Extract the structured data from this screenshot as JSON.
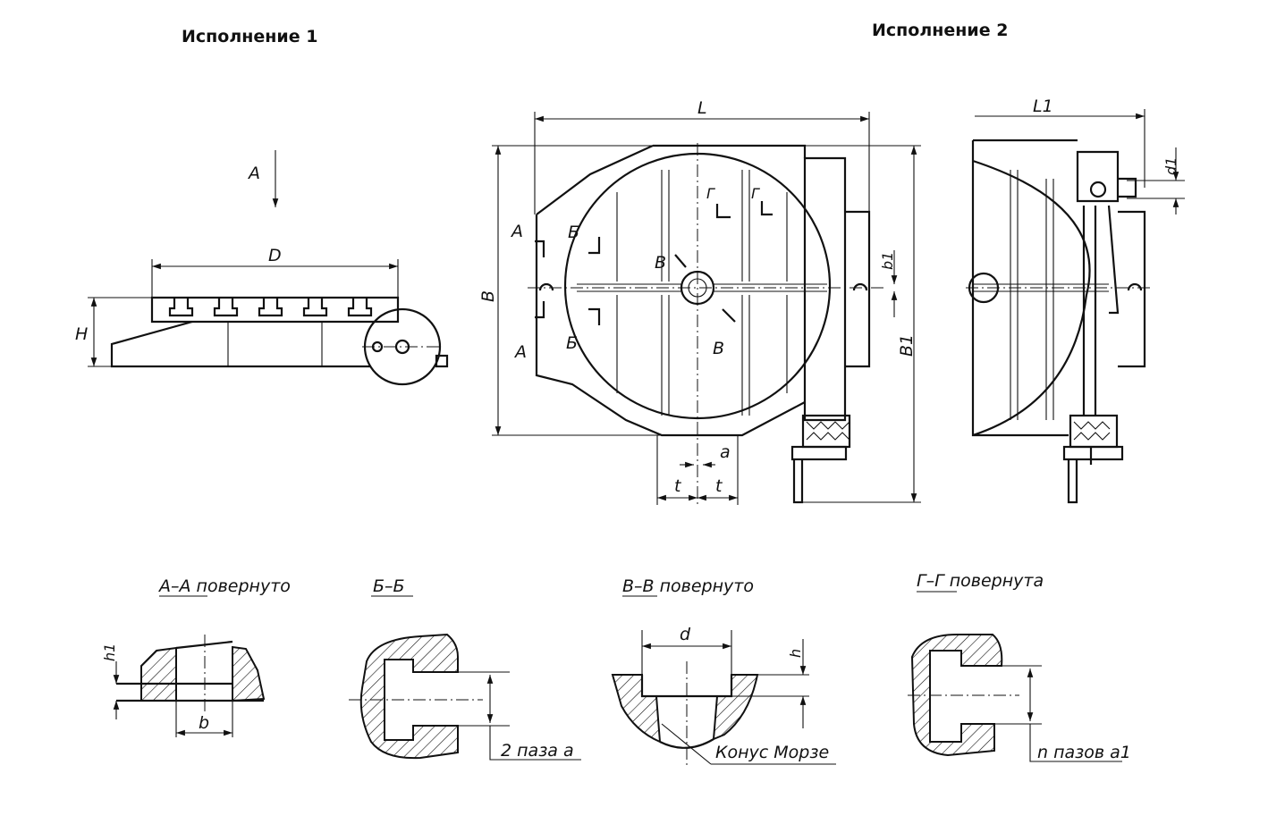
{
  "titles": {
    "version1": "Исполнение 1",
    "version2": "Исполнение 2"
  },
  "view1": {
    "arrow_a": "A",
    "dim_d": "D",
    "dim_h": "H"
  },
  "view2": {
    "dim_l": "L",
    "dim_b": "B",
    "dim_b1": "B1",
    "dim_b1_small": "b1",
    "cut_a_top": "A",
    "cut_a_bottom": "A",
    "cut_b_top": "Б",
    "cut_b_bottom": "Б",
    "cut_v_top": "В",
    "cut_v_bottom": "В",
    "cut_g_left": "Г",
    "cut_g_right": "Г",
    "dim_t_left": "t",
    "dim_t_right": "t",
    "dim_a": "a"
  },
  "side_view": {
    "dim_l1": "L1",
    "dim_d1": "d1"
  },
  "sections": {
    "aa": {
      "title": "А–А повернуто",
      "dim_h1": "h1",
      "dim_b": "b"
    },
    "bb": {
      "title": "Б–Б",
      "note": "2 паза a"
    },
    "vv": {
      "title": "В–В повернуто",
      "dim_d": "d",
      "dim_h": "h",
      "note": "Конус Морзе"
    },
    "gg": {
      "title": "Г–Г повернута",
      "note": "n пазов a1"
    }
  }
}
